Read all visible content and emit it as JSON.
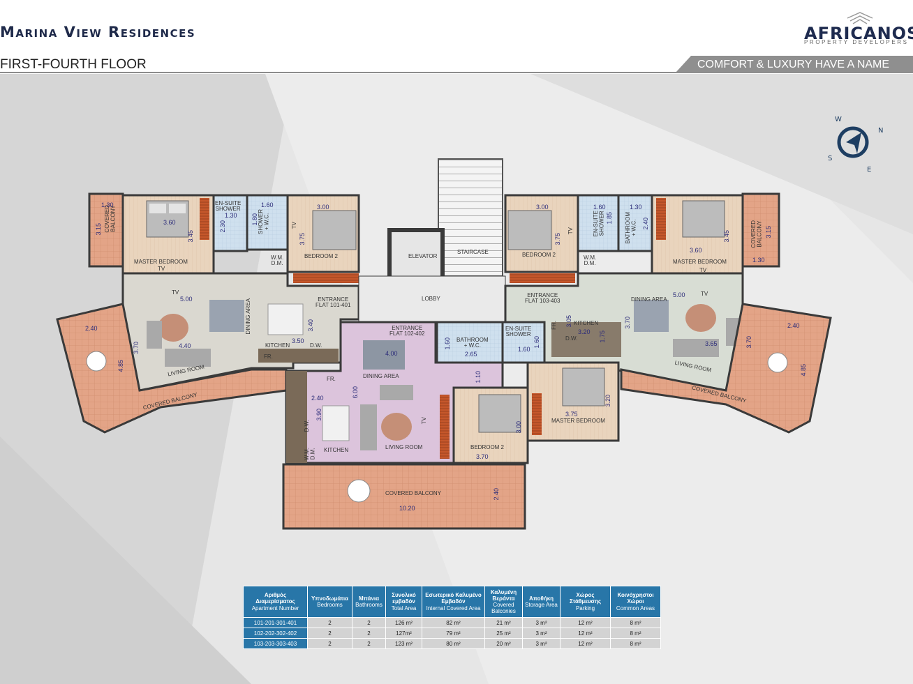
{
  "header": {
    "title": "Marina View Residences",
    "subtitle": "FIRST-FOURTH FLOOR",
    "logo": "AFRICANOS",
    "logo_sub": "PROPERTY DEVELOPERS",
    "slogan": "COMFORT & LUXURY HAVE A NAME"
  },
  "compass": {
    "n": "N",
    "e": "E",
    "s": "S",
    "w": "W"
  },
  "rooms": {
    "elevator": "ELEVATOR",
    "staircase": "STAIRCASE",
    "lobby": "LOBBY",
    "entrance_101": "ENTRANCE\nFLAT 101-401",
    "entrance_102": "ENTRANCE\nFLAT 102-402",
    "entrance_103": "ENTRANCE\nFLAT 103-403",
    "left_master_bedroom": "MASTER BEDROOM",
    "left_ensuite": "EN-SUITE\nSHOWER",
    "left_shower_wc": "SHOWER\n+ W.C.",
    "left_bedroom2": "BEDROOM 2",
    "left_wm_dm": "W.M.\nD.M.",
    "left_dining": "DINING AREA",
    "left_kitchen": "KITCHEN",
    "left_living": "LIVING ROOM",
    "left_covered_balcony": "COVERED BALCONY",
    "left_covered_balcony_small": "COVERED\nBALCONY",
    "left_tv1": "TV",
    "left_tv2": "TV",
    "left_tv3": "TV",
    "left_fr": "FR.",
    "left_dw": "D.W.",
    "mid_dining": "DINING AREA",
    "mid_kitchen": "KITCHEN",
    "mid_living": "LIVING ROOM",
    "mid_fr": "FR.",
    "mid_dw": "D.W.",
    "mid_wm_dm": "W.M.\nD.M.",
    "mid_tv": "TV",
    "mid_bathroom": "BATHROOM\n+ W.C.",
    "mid_bedroom2": "BEDROOM 2",
    "mid_covered_balcony": "COVERED BALCONY",
    "right_ensuite": "EN-SUITE\nSHOWER",
    "right_master_bedroom_lower": "MASTER BEDROOM",
    "right_kitchen": "KITCHEN",
    "right_fr": "FR.",
    "right_dw": "D.W.",
    "right_dining": "DINING AREA",
    "right_living": "LIVING ROOM",
    "right_covered_balcony": "COVERED BALCONY",
    "right_covered_balcony_small": "COVERED\nBALCONY",
    "right_bedroom2": "BEDROOM 2",
    "right_wm_dm": "W.M.\nD.M.",
    "right_ensuite_top": "EN-SUITE\nSHOWER",
    "right_bathroom_top": "BATHROOM\n+ W.C.",
    "right_master_bedroom": "MASTER BEDROOM",
    "right_tv1": "TV",
    "right_tv2": "TV",
    "right_tv3": "TV"
  },
  "dims": {
    "l_130a": "1.30",
    "l_315": "3.15",
    "l_360": "3.60",
    "l_345": "3.45",
    "l_230": "2.30",
    "l_130b": "1.30",
    "l_160": "1.60",
    "l_180": "1.80",
    "l_300": "3.00",
    "l_375": "3.75",
    "l_500": "5.00",
    "l_440": "4.40",
    "l_370": "3.70",
    "l_340": "3.40",
    "l_350": "3.50",
    "l_240": "2.40",
    "l_485": "4.85",
    "m_400": "4.00",
    "m_600": "6.00",
    "m_240": "2.40",
    "m_390": "3.90",
    "m_160": "1.60",
    "m_265": "2.65",
    "m_110": "1.10",
    "m_160b": "1.60",
    "m_370": "3.70",
    "m_300": "3.00",
    "m_375": "3.75",
    "m_320": "3.20",
    "m_240b": "2.40",
    "m_1020": "10.20",
    "r_300": "3.00",
    "r_375": "3.75",
    "r_160": "1.60",
    "r_185": "1.85",
    "r_130": "1.30",
    "r_240": "2.40",
    "r_360": "3.60",
    "r_345": "3.45",
    "r_315": "3.15",
    "r_130b": "1.30",
    "r_500": "5.00",
    "r_305": "3.05",
    "r_320": "3.20",
    "r_175": "1.75",
    "r_370": "3.70",
    "r_365": "3.65",
    "r_370b": "3.70",
    "r_240b": "2.40",
    "r_485": "4.85",
    "r_160b": "1.60"
  },
  "table": {
    "headers": [
      {
        "gr": "Αριθμός Διαμερίσματος",
        "en": "Apartment Number"
      },
      {
        "gr": "Υπνοδωμάτια",
        "en": "Bedrooms"
      },
      {
        "gr": "Μπάνια",
        "en": "Bathrooms"
      },
      {
        "gr": "Συνολικό εμβαδόν",
        "en": "Total Area"
      },
      {
        "gr": "Εσωτερικό Καλυμένο Εμβαδόν",
        "en": "Internal Covered Area"
      },
      {
        "gr": "Καλυμένη Βεράντα",
        "en": "Covered Balconies"
      },
      {
        "gr": "Αποθήκη",
        "en": "Storage Area"
      },
      {
        "gr": "Χώρος Στάθμευσης",
        "en": "Parking"
      },
      {
        "gr": "Κοινόχρηστοι Χώροι",
        "en": "Common Areas"
      }
    ],
    "rows": [
      [
        "101-201-301-401",
        "2",
        "2",
        "126 m²",
        "82 m²",
        "21 m²",
        "3 m²",
        "12 m²",
        "8 m²"
      ],
      [
        "102-202-302-402",
        "2",
        "2",
        "127m²",
        "79 m²",
        "25 m²",
        "3 m²",
        "12 m²",
        "8 m²"
      ],
      [
        "103-203-303-403",
        "2",
        "2",
        "123 m²",
        "80 m²",
        "20 m²",
        "3 m²",
        "12 m²",
        "8 m²"
      ]
    ]
  },
  "colors": {
    "navy": "#1f2a4a",
    "table_blue": "#2876a8",
    "balcony_orange": "#e3a487",
    "bedroom_tan": "#e8d2bb",
    "dining_pink": "#dcc4dc",
    "living_gray": "#d8dcd4",
    "bath_blue": "#c9dcec",
    "wall": "#3a3a3a"
  }
}
